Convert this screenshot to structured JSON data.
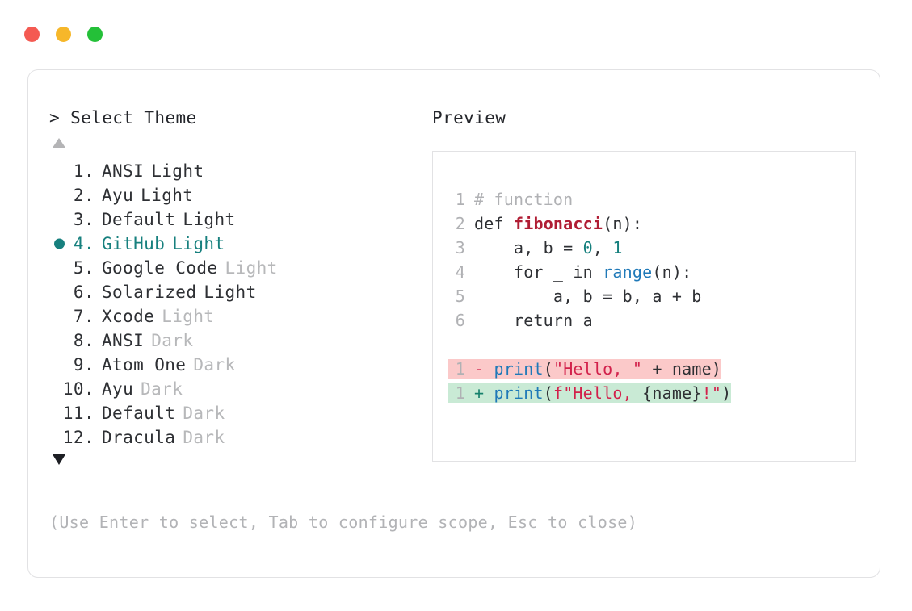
{
  "window": {
    "traffic_lights": [
      {
        "name": "close",
        "color": "#f45a52"
      },
      {
        "name": "minimize",
        "color": "#f6b72a"
      },
      {
        "name": "maximize",
        "color": "#24c038"
      }
    ]
  },
  "prompt": {
    "marker": ">",
    "title": "Select Theme",
    "full": "> Select Theme"
  },
  "scroll": {
    "up_arrow": "▲",
    "down_arrow": "▼",
    "up_active": false,
    "down_active": true
  },
  "theme_list": {
    "selected_index": 4,
    "selected_color": "#17807e",
    "items": [
      {
        "num": "1.",
        "name": "ANSI",
        "suffix": "Light",
        "suffix_dim": false,
        "selected": false
      },
      {
        "num": "2.",
        "name": "Ayu",
        "suffix": "Light",
        "suffix_dim": false,
        "selected": false
      },
      {
        "num": "3.",
        "name": "Default",
        "suffix": "Light",
        "suffix_dim": false,
        "selected": false
      },
      {
        "num": "4.",
        "name": "GitHub",
        "suffix": "Light",
        "suffix_dim": false,
        "selected": true
      },
      {
        "num": "5.",
        "name": "Google Code",
        "suffix": "Light",
        "suffix_dim": true,
        "selected": false
      },
      {
        "num": "6.",
        "name": "Solarized",
        "suffix": "Light",
        "suffix_dim": false,
        "selected": false
      },
      {
        "num": "7.",
        "name": "Xcode",
        "suffix": "Light",
        "suffix_dim": true,
        "selected": false
      },
      {
        "num": "8.",
        "name": "ANSI",
        "suffix": "Dark",
        "suffix_dim": true,
        "selected": false
      },
      {
        "num": "9.",
        "name": "Atom One",
        "suffix": "Dark",
        "suffix_dim": true,
        "selected": false
      },
      {
        "num": "10.",
        "name": "Ayu",
        "suffix": "Dark",
        "suffix_dim": true,
        "selected": false
      },
      {
        "num": "11.",
        "name": "Default",
        "suffix": "Dark",
        "suffix_dim": true,
        "selected": false
      },
      {
        "num": "12.",
        "name": "Dracula",
        "suffix": "Dark",
        "suffix_dim": true,
        "selected": false
      }
    ]
  },
  "hint": "(Use Enter to select, Tab to configure scope, Esc to close)",
  "preview": {
    "title": "Preview",
    "code_lines": [
      {
        "ln": "1",
        "tokens": [
          {
            "t": "# function",
            "c": "comment"
          }
        ]
      },
      {
        "ln": "2",
        "tokens": [
          {
            "t": "def ",
            "c": "plain"
          },
          {
            "t": "fibonacci",
            "c": "fn"
          },
          {
            "t": "(n):",
            "c": "plain"
          }
        ]
      },
      {
        "ln": "3",
        "tokens": [
          {
            "t": "    a, b = ",
            "c": "plain"
          },
          {
            "t": "0",
            "c": "num"
          },
          {
            "t": ", ",
            "c": "plain"
          },
          {
            "t": "1",
            "c": "num"
          }
        ]
      },
      {
        "ln": "4",
        "tokens": [
          {
            "t": "    for _ in ",
            "c": "plain"
          },
          {
            "t": "range",
            "c": "builtin"
          },
          {
            "t": "(n):",
            "c": "plain"
          }
        ]
      },
      {
        "ln": "5",
        "tokens": [
          {
            "t": "        a, b = b, a + b",
            "c": "plain"
          }
        ]
      },
      {
        "ln": "6",
        "tokens": [
          {
            "t": "    return a",
            "c": "plain"
          }
        ]
      }
    ],
    "diff_lines": [
      {
        "ln": "1",
        "sign": "-",
        "kind": "minus",
        "bg": "#fbc9c9",
        "tokens": [
          {
            "t": "print",
            "c": "builtin"
          },
          {
            "t": "(",
            "c": "plain"
          },
          {
            "t": "\"Hello, \"",
            "c": "str"
          },
          {
            "t": " + name)",
            "c": "plain"
          }
        ]
      },
      {
        "ln": "1",
        "sign": "+",
        "kind": "plus",
        "bg": "#c9ead5",
        "tokens": [
          {
            "t": "print",
            "c": "builtin"
          },
          {
            "t": "(",
            "c": "plain"
          },
          {
            "t": "f\"Hello, ",
            "c": "str"
          },
          {
            "t": "{name}",
            "c": "plain"
          },
          {
            "t": "!\"",
            "c": "str"
          },
          {
            "t": ")",
            "c": "plain"
          }
        ]
      }
    ]
  }
}
